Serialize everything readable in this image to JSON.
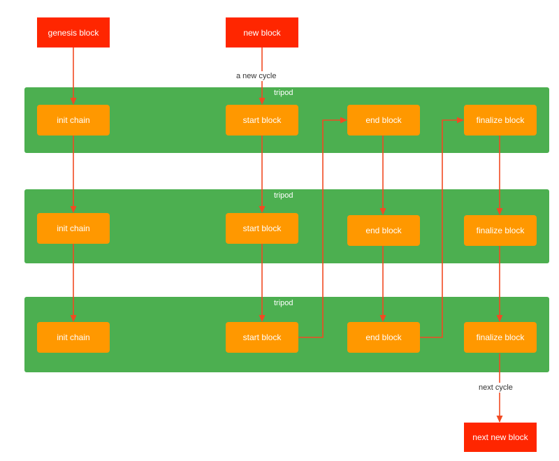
{
  "colors": {
    "band": "#4caf50",
    "node": "#ff9800",
    "endpoint": "#ff2600",
    "arrow": "#f24a22"
  },
  "endpoints": {
    "genesis": "genesis block",
    "new_block": "new block",
    "next_new": "next new block"
  },
  "edge_labels": {
    "new_cycle": "a new cycle",
    "next_cycle": "next cycle"
  },
  "bands": [
    {
      "label": "tripod",
      "nodes": [
        "init chain",
        "start block",
        "end block",
        "finalize block"
      ]
    },
    {
      "label": "tripod",
      "nodes": [
        "init chain",
        "start block",
        "end block",
        "finalize block"
      ]
    },
    {
      "label": "tripod",
      "nodes": [
        "init chain",
        "start block",
        "end block",
        "finalize block"
      ]
    }
  ]
}
